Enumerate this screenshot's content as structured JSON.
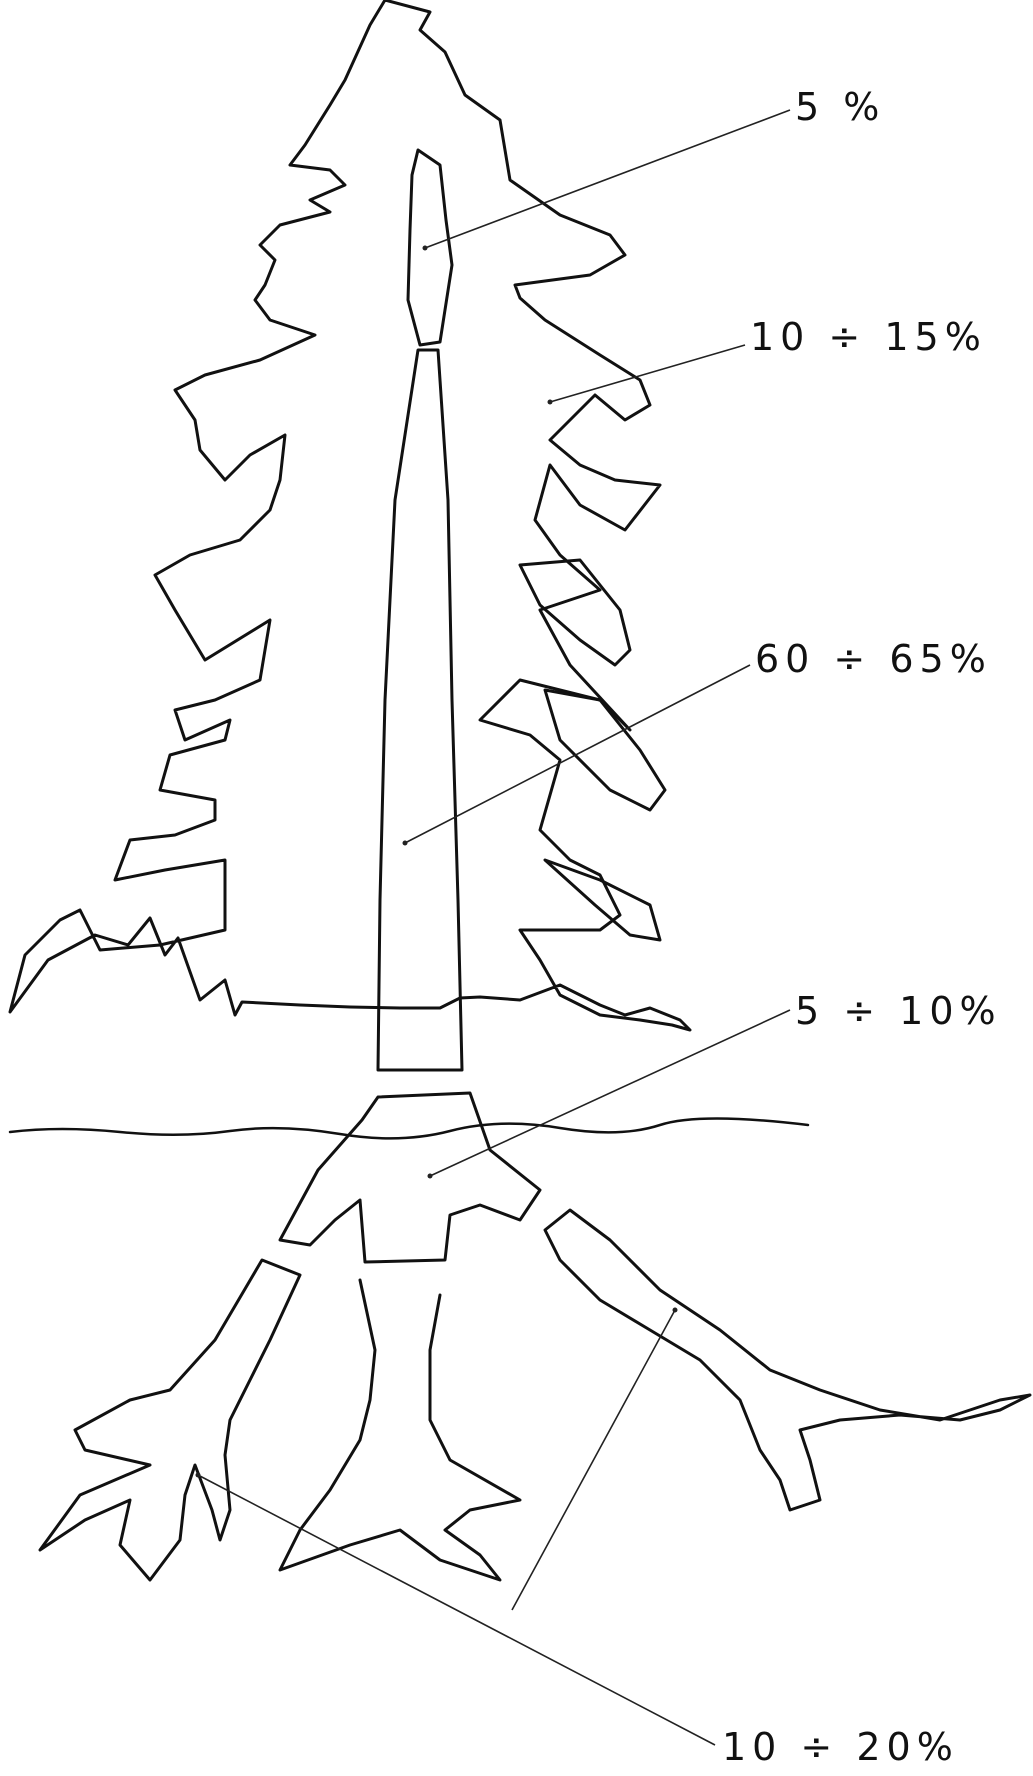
{
  "labels": {
    "tip": "5 %",
    "branches": "10 ÷ 15%",
    "trunk": "60 ÷ 65%",
    "stump": "5 ÷ 10%",
    "roots": "10 ÷ 20%"
  }
}
